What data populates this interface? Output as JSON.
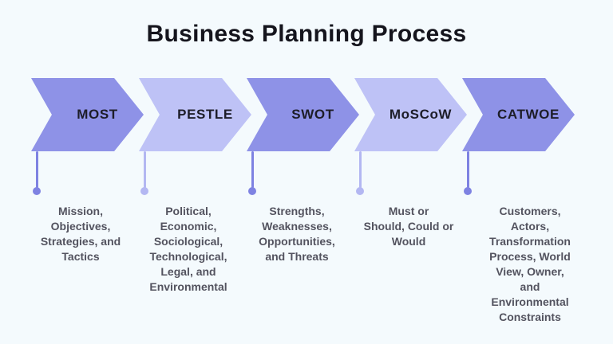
{
  "title": "Business Planning Process",
  "colors": {
    "background": "#f4fafd",
    "title_text": "#15151d",
    "arrow_dark": "#8e92e7",
    "arrow_light": "#bec2f6",
    "connector_dark": "#7e82e2",
    "connector_light": "#b3b7f2",
    "description_text": "#53535f"
  },
  "steps": [
    {
      "label": "MOST",
      "tone": "dark",
      "fill": "#8e92e7",
      "connector": "#7e82e2",
      "description": "Mission,\nObjectives,\nStrategies, and\nTactics"
    },
    {
      "label": "PESTLE",
      "tone": "light",
      "fill": "#bec2f6",
      "connector": "#b3b7f2",
      "description": "Political,\nEconomic,\nSociological,\nTechnological,\nLegal, and\nEnvironmental"
    },
    {
      "label": "SWOT",
      "tone": "dark",
      "fill": "#8e92e7",
      "connector": "#7e82e2",
      "description": "Strengths,\nWeaknesses,\nOpportunities,\nand Threats"
    },
    {
      "label": "MoSCoW",
      "tone": "light",
      "fill": "#bec2f6",
      "connector": "#b3b7f2",
      "description": "Must or\nShould, Could or\nWould"
    },
    {
      "label": "CATWOE",
      "tone": "dark",
      "fill": "#8e92e7",
      "connector": "#7e82e2",
      "description": "Customers,\nActors,\nTransformation\nProcess, World\nView, Owner,\nand\nEnvironmental\nConstraints"
    }
  ]
}
